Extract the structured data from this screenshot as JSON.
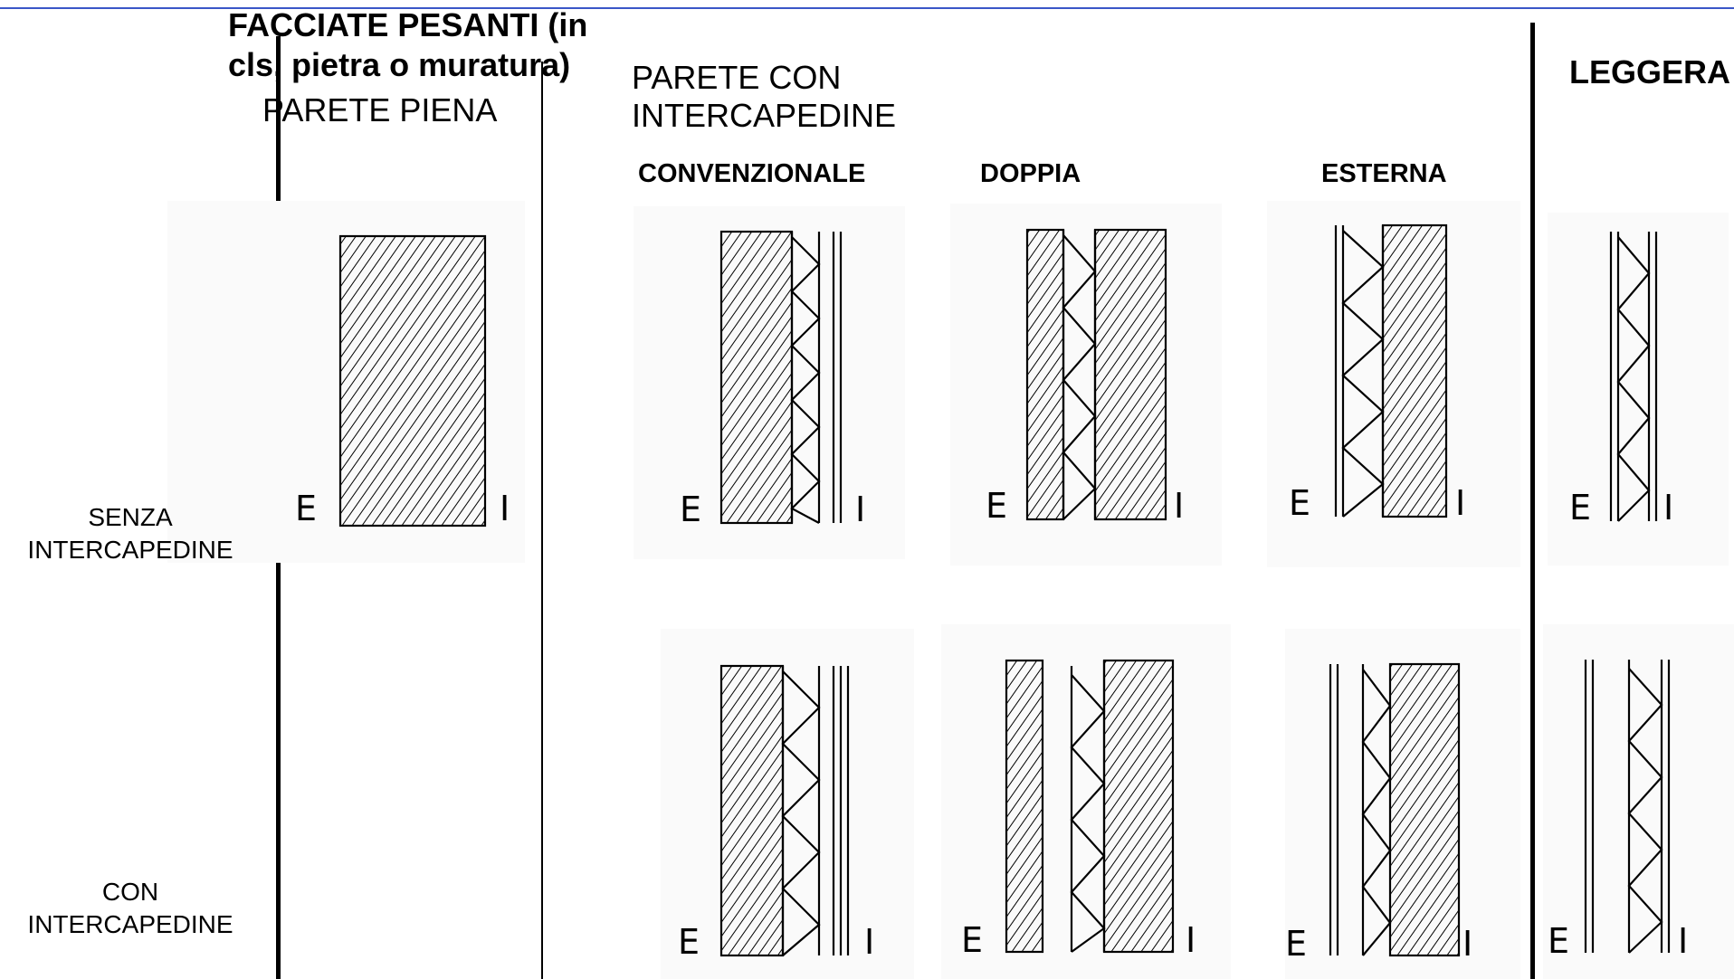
{
  "header": {
    "heavy_title_line1": "FACCIATE PESANTI (in",
    "heavy_title_line2": "cls, pietra o muratura)",
    "solid_wall": "PARETE PIENA",
    "cavity_wall_line1": "PARETE CON",
    "cavity_wall_line2": "INTERCAPEDINE",
    "light": "LEGGERA"
  },
  "subheaders": {
    "conventional": "CONVENZIONALE",
    "double": "DOPPIA",
    "external": "ESTERNA"
  },
  "rows": {
    "without_cavity_line1": "SENZA",
    "without_cavity_line2": "INTERCAPEDINE",
    "with_cavity_line1": "CON",
    "with_cavity_line2": "INTERCAPEDINE"
  },
  "side_labels": {
    "exterior": "E",
    "interior": "I"
  },
  "colors": {
    "top_rule": "#3a56c8",
    "ink": "#000000"
  }
}
